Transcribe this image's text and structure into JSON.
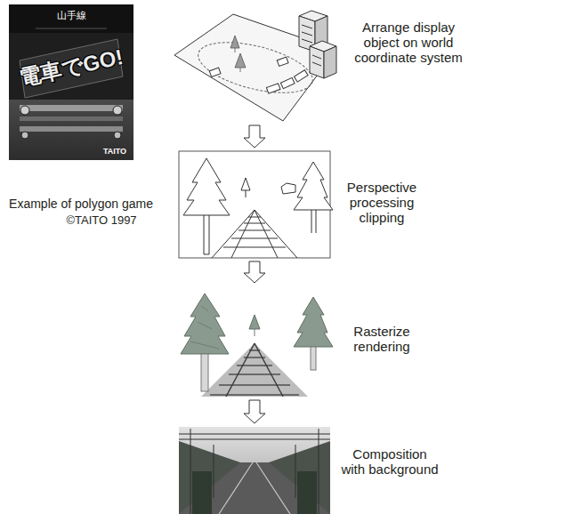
{
  "diagram": {
    "nodes": [
      {
        "text": [
          "Arrange display object on world coordinate system"
        ]
      },
      {
        "text": [
          "Perspective processing clipping"
        ]
      },
      {
        "text": [
          "Rasterize rendering"
        ]
      },
      {
        "text": [
          "Composition with background"
        ]
      }
    ],
    "edges": [
      {
        "from": 0,
        "to": 1,
        "arrow": "to"
      },
      {
        "from": 1,
        "to": 2,
        "arrow": "to"
      },
      {
        "from": 2,
        "to": 3,
        "arrow": "to"
      }
    ],
    "labels": [
      "山手線",
      "電車でGO!",
      "TAITO",
      "Example of polygon game",
      "©TAITO 1997"
    ]
  }
}
